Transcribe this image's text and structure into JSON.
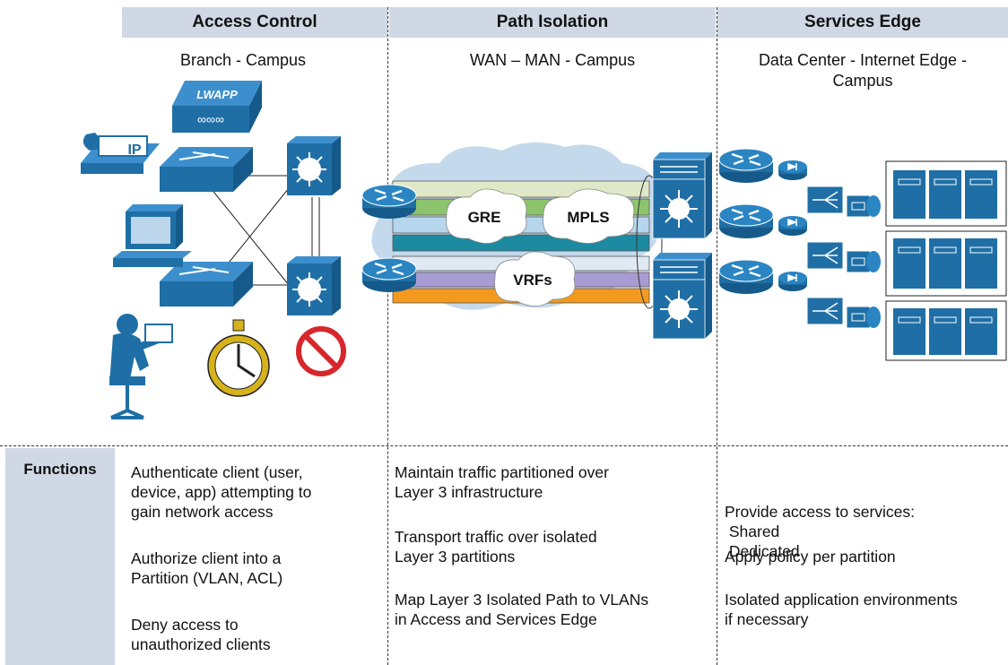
{
  "columns": [
    {
      "title": "Access Control",
      "subtitle": "Branch - Campus"
    },
    {
      "title": "Path Isolation",
      "subtitle": "WAN – MAN - Campus"
    },
    {
      "title": "Services Edge",
      "subtitle_line1": "Data Center -  Internet Edge -",
      "subtitle_line2": "Campus"
    }
  ],
  "cloud_labels": {
    "gre": "GRE",
    "mpls": "MPLS",
    "vrfs": "VRFs"
  },
  "device_labels": {
    "lwapp": "LWAPP",
    "ip_phone": "IP"
  },
  "functions_label": "Functions",
  "functions": {
    "access": {
      "item1": [
        "Authenticate client (user,",
        "device, app) attempting to",
        "gain network access"
      ],
      "item2": [
        "Authorize client into a",
        "Partition (VLAN, ACL)"
      ],
      "item3": [
        "Deny access to",
        "unauthorized clients"
      ]
    },
    "path": {
      "item1": [
        "Maintain traffic partitioned over",
        "Layer 3 infrastructure"
      ],
      "item2": [
        "Transport traffic over isolated",
        "Layer 3 partitions"
      ],
      "item3": [
        "Map Layer 3 Isolated Path to VLANs",
        "in Access and Services Edge"
      ]
    },
    "services": {
      "item1": [
        "Provide access to services:",
        " Shared",
        " Dedicated"
      ],
      "item2": [
        "Apply policy per partition"
      ],
      "item3": [
        "Isolated application environments",
        "if necessary"
      ]
    }
  },
  "colors": {
    "header_bg": "#cfd8e4",
    "device_blue": "#1f6fa6",
    "cloud": "#c5d9ec",
    "tube_green": "#8cc46e",
    "tube_teal": "#1c8aa0",
    "tube_purple": "#a99bd3",
    "tube_orange": "#f39a1e",
    "tube_lightblue": "#b6d6ee",
    "stop_red": "#d7262c",
    "clock_gold": "#d6b21c"
  }
}
